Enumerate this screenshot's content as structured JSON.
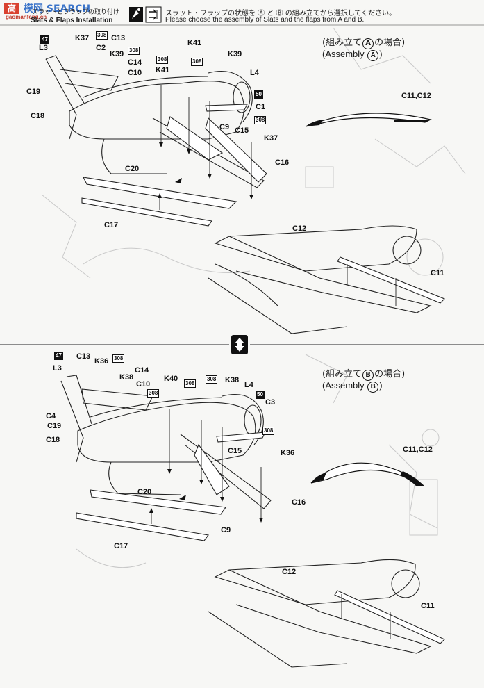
{
  "logo": {
    "mark": "高",
    "text": "模网",
    "brand": "SEARCH",
    "sub": "gaomanfeng.cn"
  },
  "header": {
    "title_jp": "スラットとフラップの取り付け",
    "title_en": "Slats & Flaps Installation",
    "instruction_jp": "スラット・フラップの状態を Ⓐ と Ⓑ の組み立てから選択してください。",
    "instruction_en": "Please choose the assembly of Slats and the flaps from A and B."
  },
  "assembly_a": {
    "jp_prefix": "(組み立て",
    "letter": "A",
    "jp_suffix": "の場合)",
    "en_prefix": "(Assembly ",
    "en_suffix": ")",
    "profile_label": "C11,C12"
  },
  "assembly_b": {
    "jp_prefix": "(組み立て",
    "letter": "B",
    "jp_suffix": "の場合)",
    "en_prefix": "(Assembly ",
    "en_suffix": ")",
    "profile_label": "C11,C12"
  },
  "top_labels": {
    "l3": "L3",
    "k37a": "K37",
    "c13": "C13",
    "c2": "C2",
    "k39a": "K39",
    "c14": "C14",
    "c10": "C10",
    "c19": "C19",
    "c18": "C18",
    "k41a": "K41",
    "k41b": "K41",
    "k39b": "K39",
    "l4": "L4",
    "c1": "C1",
    "c9": "C9",
    "c15": "C15",
    "k37b": "K37",
    "c16": "C16",
    "c20": "C20",
    "c17": "C17",
    "c12": "C12",
    "c11": "C11"
  },
  "bottom_labels": {
    "l3": "L3",
    "c13": "C13",
    "k36a": "K36",
    "c14": "C14",
    "k38a": "K38",
    "c10": "C10",
    "c4": "C4",
    "c19": "C19",
    "c18": "C18",
    "k40": "K40",
    "k38b": "K38",
    "l4": "L4",
    "c3": "C3",
    "c15": "C15",
    "k36b": "K36",
    "c20": "C20",
    "c16": "C16",
    "c9": "C9",
    "c17": "C17",
    "c12": "C12",
    "c11": "C11"
  },
  "paint_codes": {
    "n47": "47",
    "n308": "308",
    "n50": "50"
  },
  "icons": [
    "cement-icon",
    "choose-arrow-icon",
    "swap-arrow-icon"
  ]
}
